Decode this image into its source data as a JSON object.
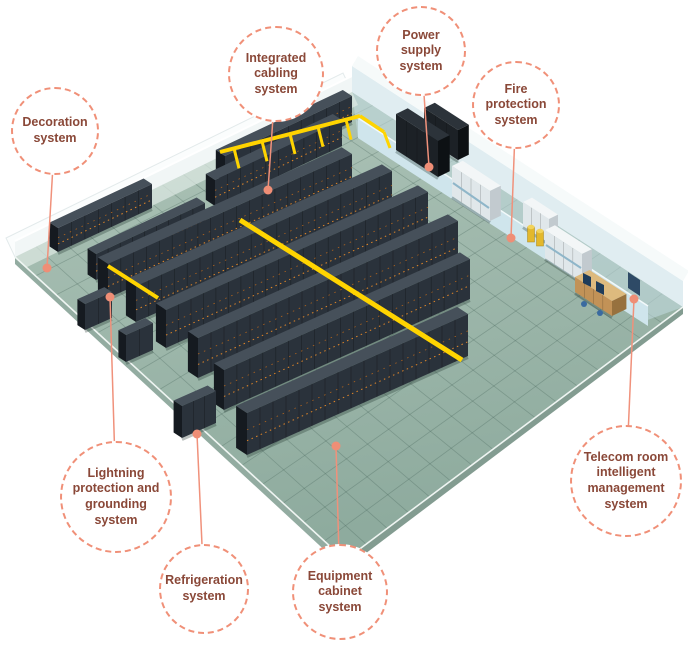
{
  "diagram_title": "",
  "colors": {
    "accent": "#f09078",
    "label_text": "#8a4838",
    "connector": "#ef8e76",
    "floor": "#9ab5a9",
    "rack": "#2a323b",
    "cable_tray": "#ffd400",
    "wall": "#eef3f5",
    "room_wall": "#cfe5ec"
  },
  "callouts": [
    {
      "id": "decoration",
      "label": "Decoration system"
    },
    {
      "id": "integrated-cabling",
      "label": "Integrated cabling system"
    },
    {
      "id": "power-supply",
      "label": "Power supply system"
    },
    {
      "id": "fire-protection",
      "label": "Fire protection system"
    },
    {
      "id": "telecom-management",
      "label": "Telecom room intelligent management system"
    },
    {
      "id": "lightning-grounding",
      "label": "Lightning protection and grounding system"
    },
    {
      "id": "refrigeration",
      "label": "Refrigeration system"
    },
    {
      "id": "equipment-cabinet",
      "label": "Equipment cabinet system"
    }
  ],
  "scene_objects": [
    "raised-floor",
    "room-walls",
    "server-rack-rows",
    "crac-units",
    "power-cabinets",
    "ups-cabinets",
    "fire-suppression-cylinders",
    "telecom-room-furniture",
    "cable-trays"
  ]
}
